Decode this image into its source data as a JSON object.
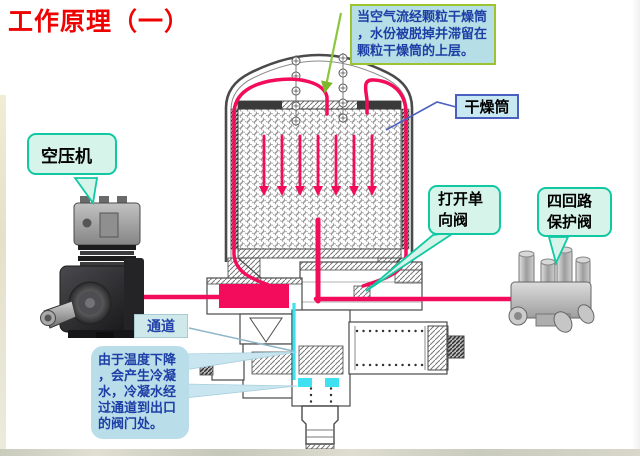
{
  "slide": {
    "title": "工作原理（一）"
  },
  "annotations": {
    "top_note": "当空气流经颗粒干燥筒，水份被脱掉并滞留在颗粒干燥筒的上层。",
    "dryer_label": "干燥筒",
    "compressor_label": "空压机",
    "open_check_valve_label": "打开单向阀",
    "four_circuit_valve_label": "四回路保护阀",
    "channel_label": "通道",
    "condensation_note": "由于温度下降，会产生冷凝水，冷凝水经过通道到出口的阀门处。"
  },
  "icons": {
    "compressor_photo": "air-compressor-photo",
    "valve_photo": "four-circuit-protection-valve-photo",
    "pointer_arrow": "green-arrow"
  },
  "colors": {
    "title_red": "#ee0202",
    "flow_pink": "#f30c5c",
    "channel_cyan": "#3fe0f0",
    "note_bg": "#b5dee6",
    "note_border": "#9cc431",
    "note_text": "#1d3ea5",
    "bubble_bg": "#d6f4ea",
    "bubble_border": "#10c9a2",
    "dryer_label_bg": "#c9e9f2",
    "dryer_label_border": "#4a5fc0",
    "channel_label_bg": "#cfe9ea",
    "pointer_green": "#7fb62a"
  }
}
